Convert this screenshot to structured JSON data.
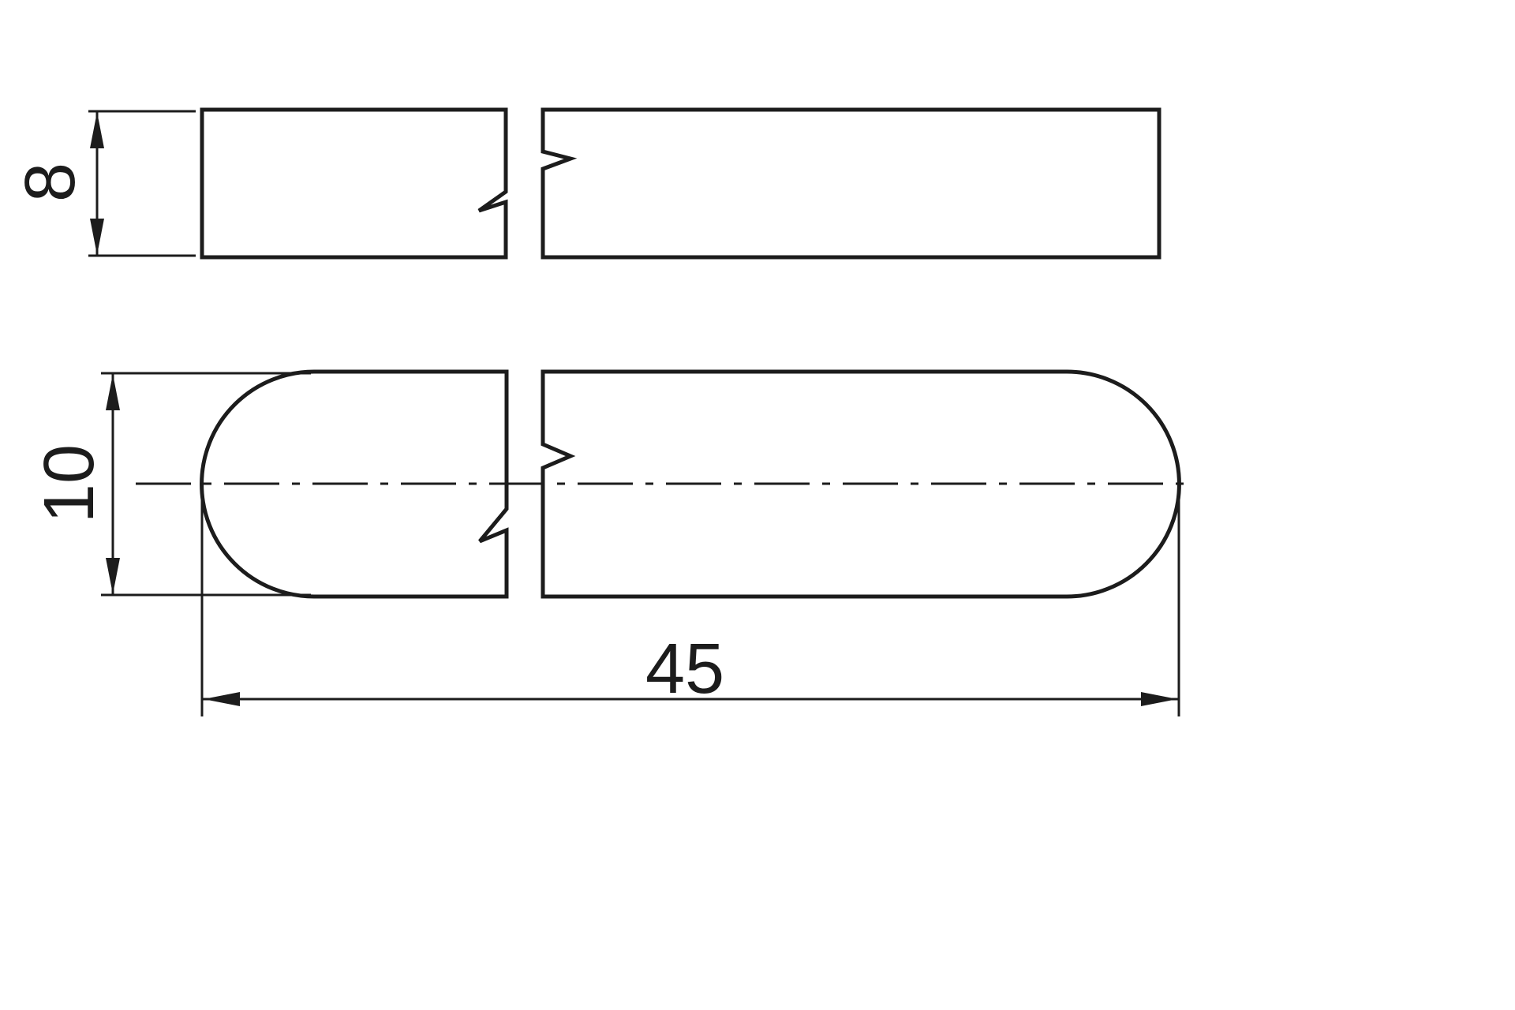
{
  "drawing": {
    "background_color": "#ffffff",
    "line_color": "#1c1c1c",
    "dimensions": {
      "side_view_height": "8",
      "plan_view_width": "10",
      "overall_length": "45"
    }
  }
}
